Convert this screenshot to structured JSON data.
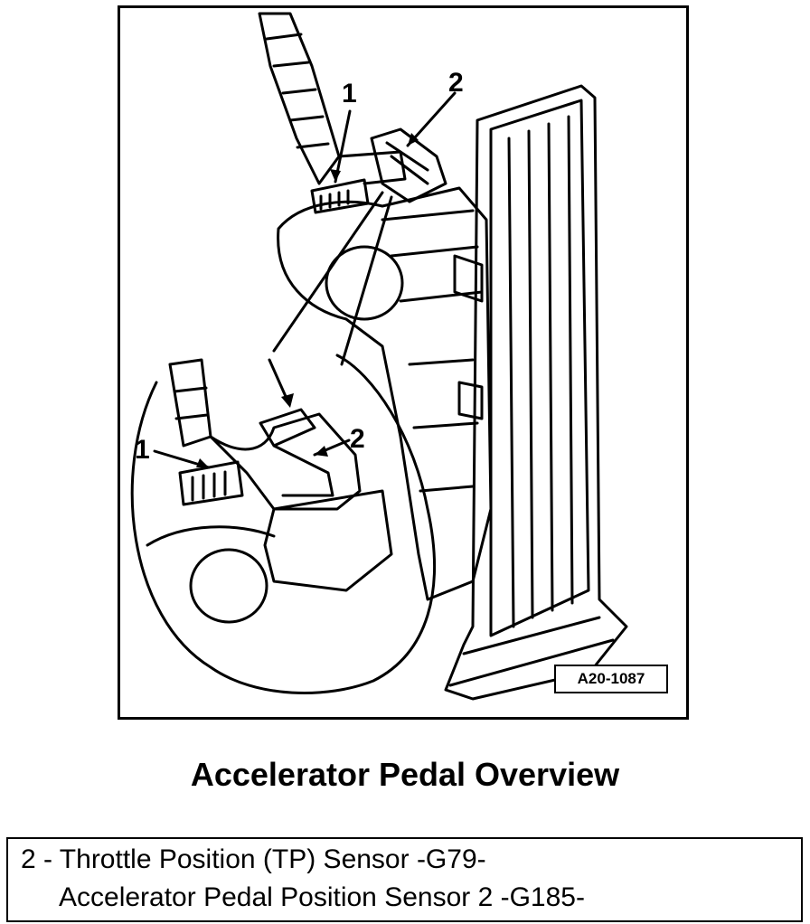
{
  "figure": {
    "callouts": {
      "top_1": "1",
      "top_2": "2",
      "detail_1": "1",
      "detail_2": "2"
    },
    "reference_code": "A20-1087"
  },
  "title": "Accelerator Pedal Overview",
  "legend": {
    "item_number": "2",
    "line1": "2 - Throttle Position (TP) Sensor -G79-",
    "line2": "Accelerator Pedal Position Sensor 2 -G185-"
  }
}
